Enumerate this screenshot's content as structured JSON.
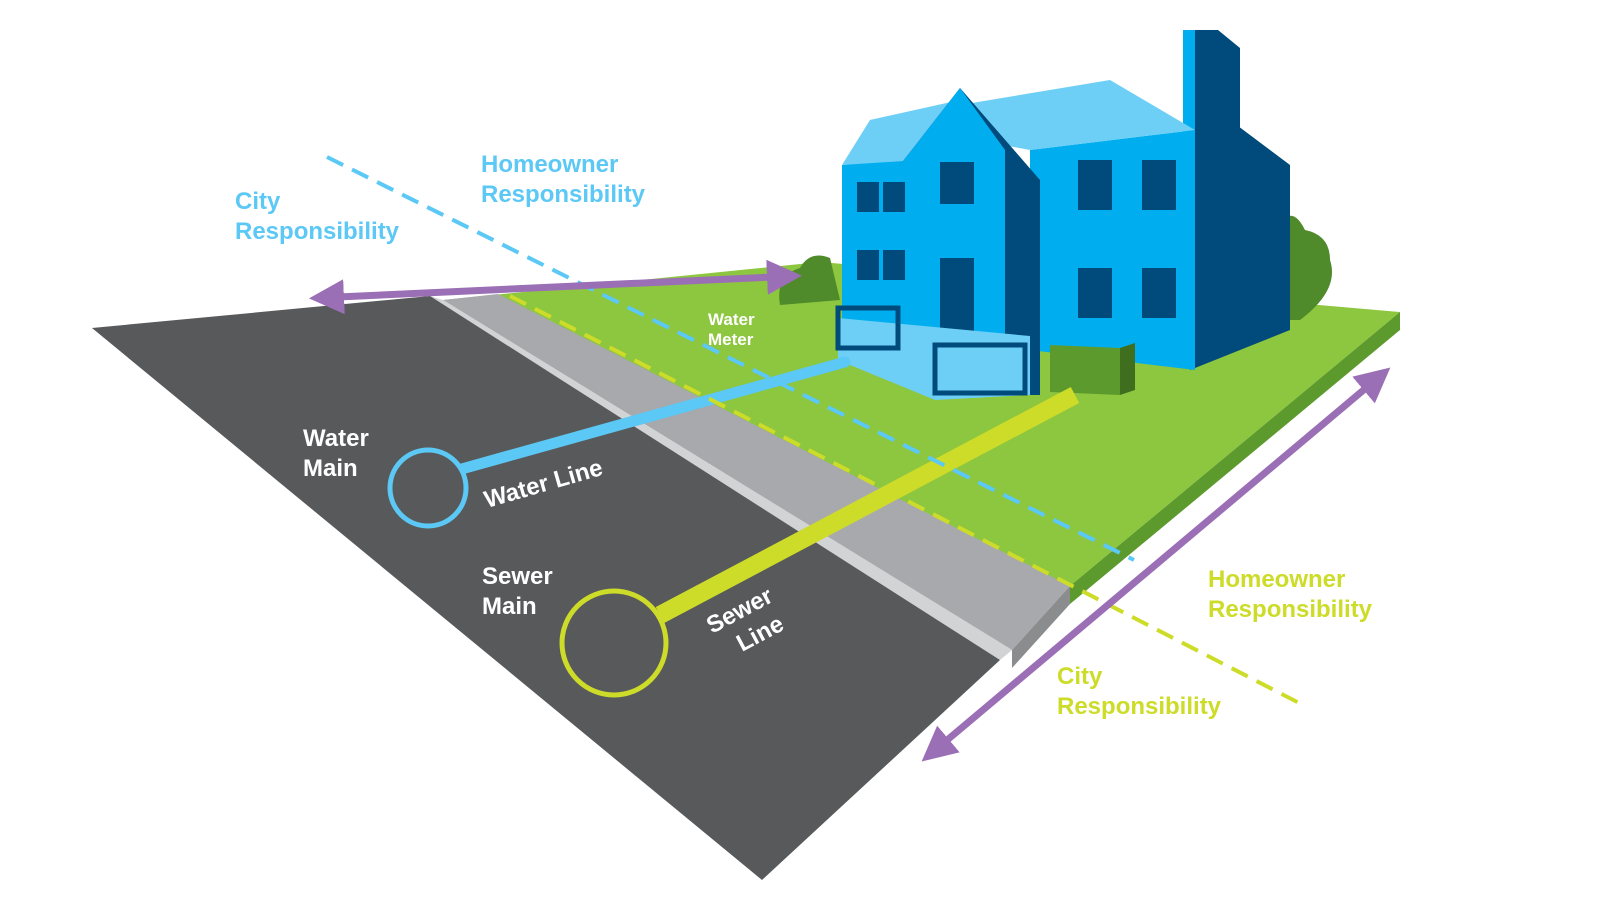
{
  "labels": {
    "city_responsibility_top": [
      "City",
      "Responsibility"
    ],
    "homeowner_responsibility_top": [
      "Homeowner",
      "Responsibility"
    ],
    "water_meter": [
      "Water",
      "Meter"
    ],
    "water_main": [
      "Water",
      "Main"
    ],
    "water_line": "Water Line",
    "sewer_main": [
      "Sewer",
      "Main"
    ],
    "sewer_line": [
      "Sewer",
      "Line"
    ],
    "homeowner_responsibility_bottom": [
      "Homeowner",
      "Responsibility"
    ],
    "city_responsibility_bottom": [
      "City",
      "Responsibility"
    ]
  },
  "colors": {
    "water": "#5bc8f5",
    "sewer": "#cddc29",
    "boundary_arrow": "#9b6fb5",
    "street": "#58595b",
    "sidewalk": "#a7a9ac",
    "lawn": "#8dc63f",
    "house_front": "#00aeef",
    "house_side": "#004b7c",
    "roof": "#6dcff6",
    "label_white": "#ffffff"
  },
  "icons": {
    "water_main_pipe": "circle-outline",
    "sewer_main_pipe": "circle-outline",
    "house": "house-illustration"
  }
}
